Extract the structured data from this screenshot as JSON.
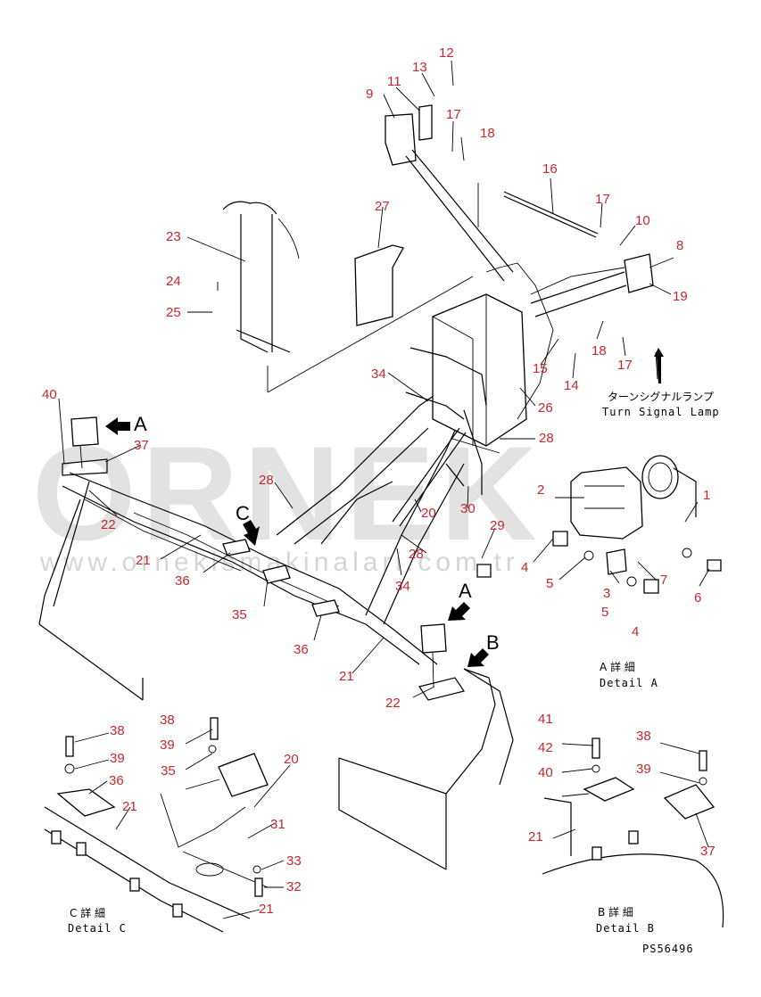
{
  "watermark": {
    "brand": "ORNEK",
    "site": "www.ornekismakinalari.com.tr"
  },
  "callouts": [
    "1",
    "2",
    "3",
    "4",
    "5",
    "6",
    "7",
    "8",
    "9",
    "10",
    "11",
    "12",
    "13",
    "14",
    "15",
    "16",
    "17",
    "18",
    "19",
    "20",
    "21",
    "22",
    "23",
    "24",
    "25",
    "26",
    "27",
    "28",
    "29",
    "30",
    "31",
    "32",
    "33",
    "34",
    "35",
    "36",
    "37",
    "38",
    "39",
    "40",
    "41",
    "42"
  ],
  "view_letters": {
    "a": "A",
    "b": "B",
    "c": "C"
  },
  "turn_signal_lamp": {
    "jp": "ターンシグナルランプ",
    "en": "Turn Signal Lamp"
  },
  "detail_a": {
    "jp": "A 詳 細",
    "en": "Detail A"
  },
  "detail_b": {
    "jp": "B 詳 細",
    "en": "Detail B"
  },
  "detail_c": {
    "jp": "C 詳 細",
    "en": "Detail C"
  },
  "drawing_code": "PS56496"
}
